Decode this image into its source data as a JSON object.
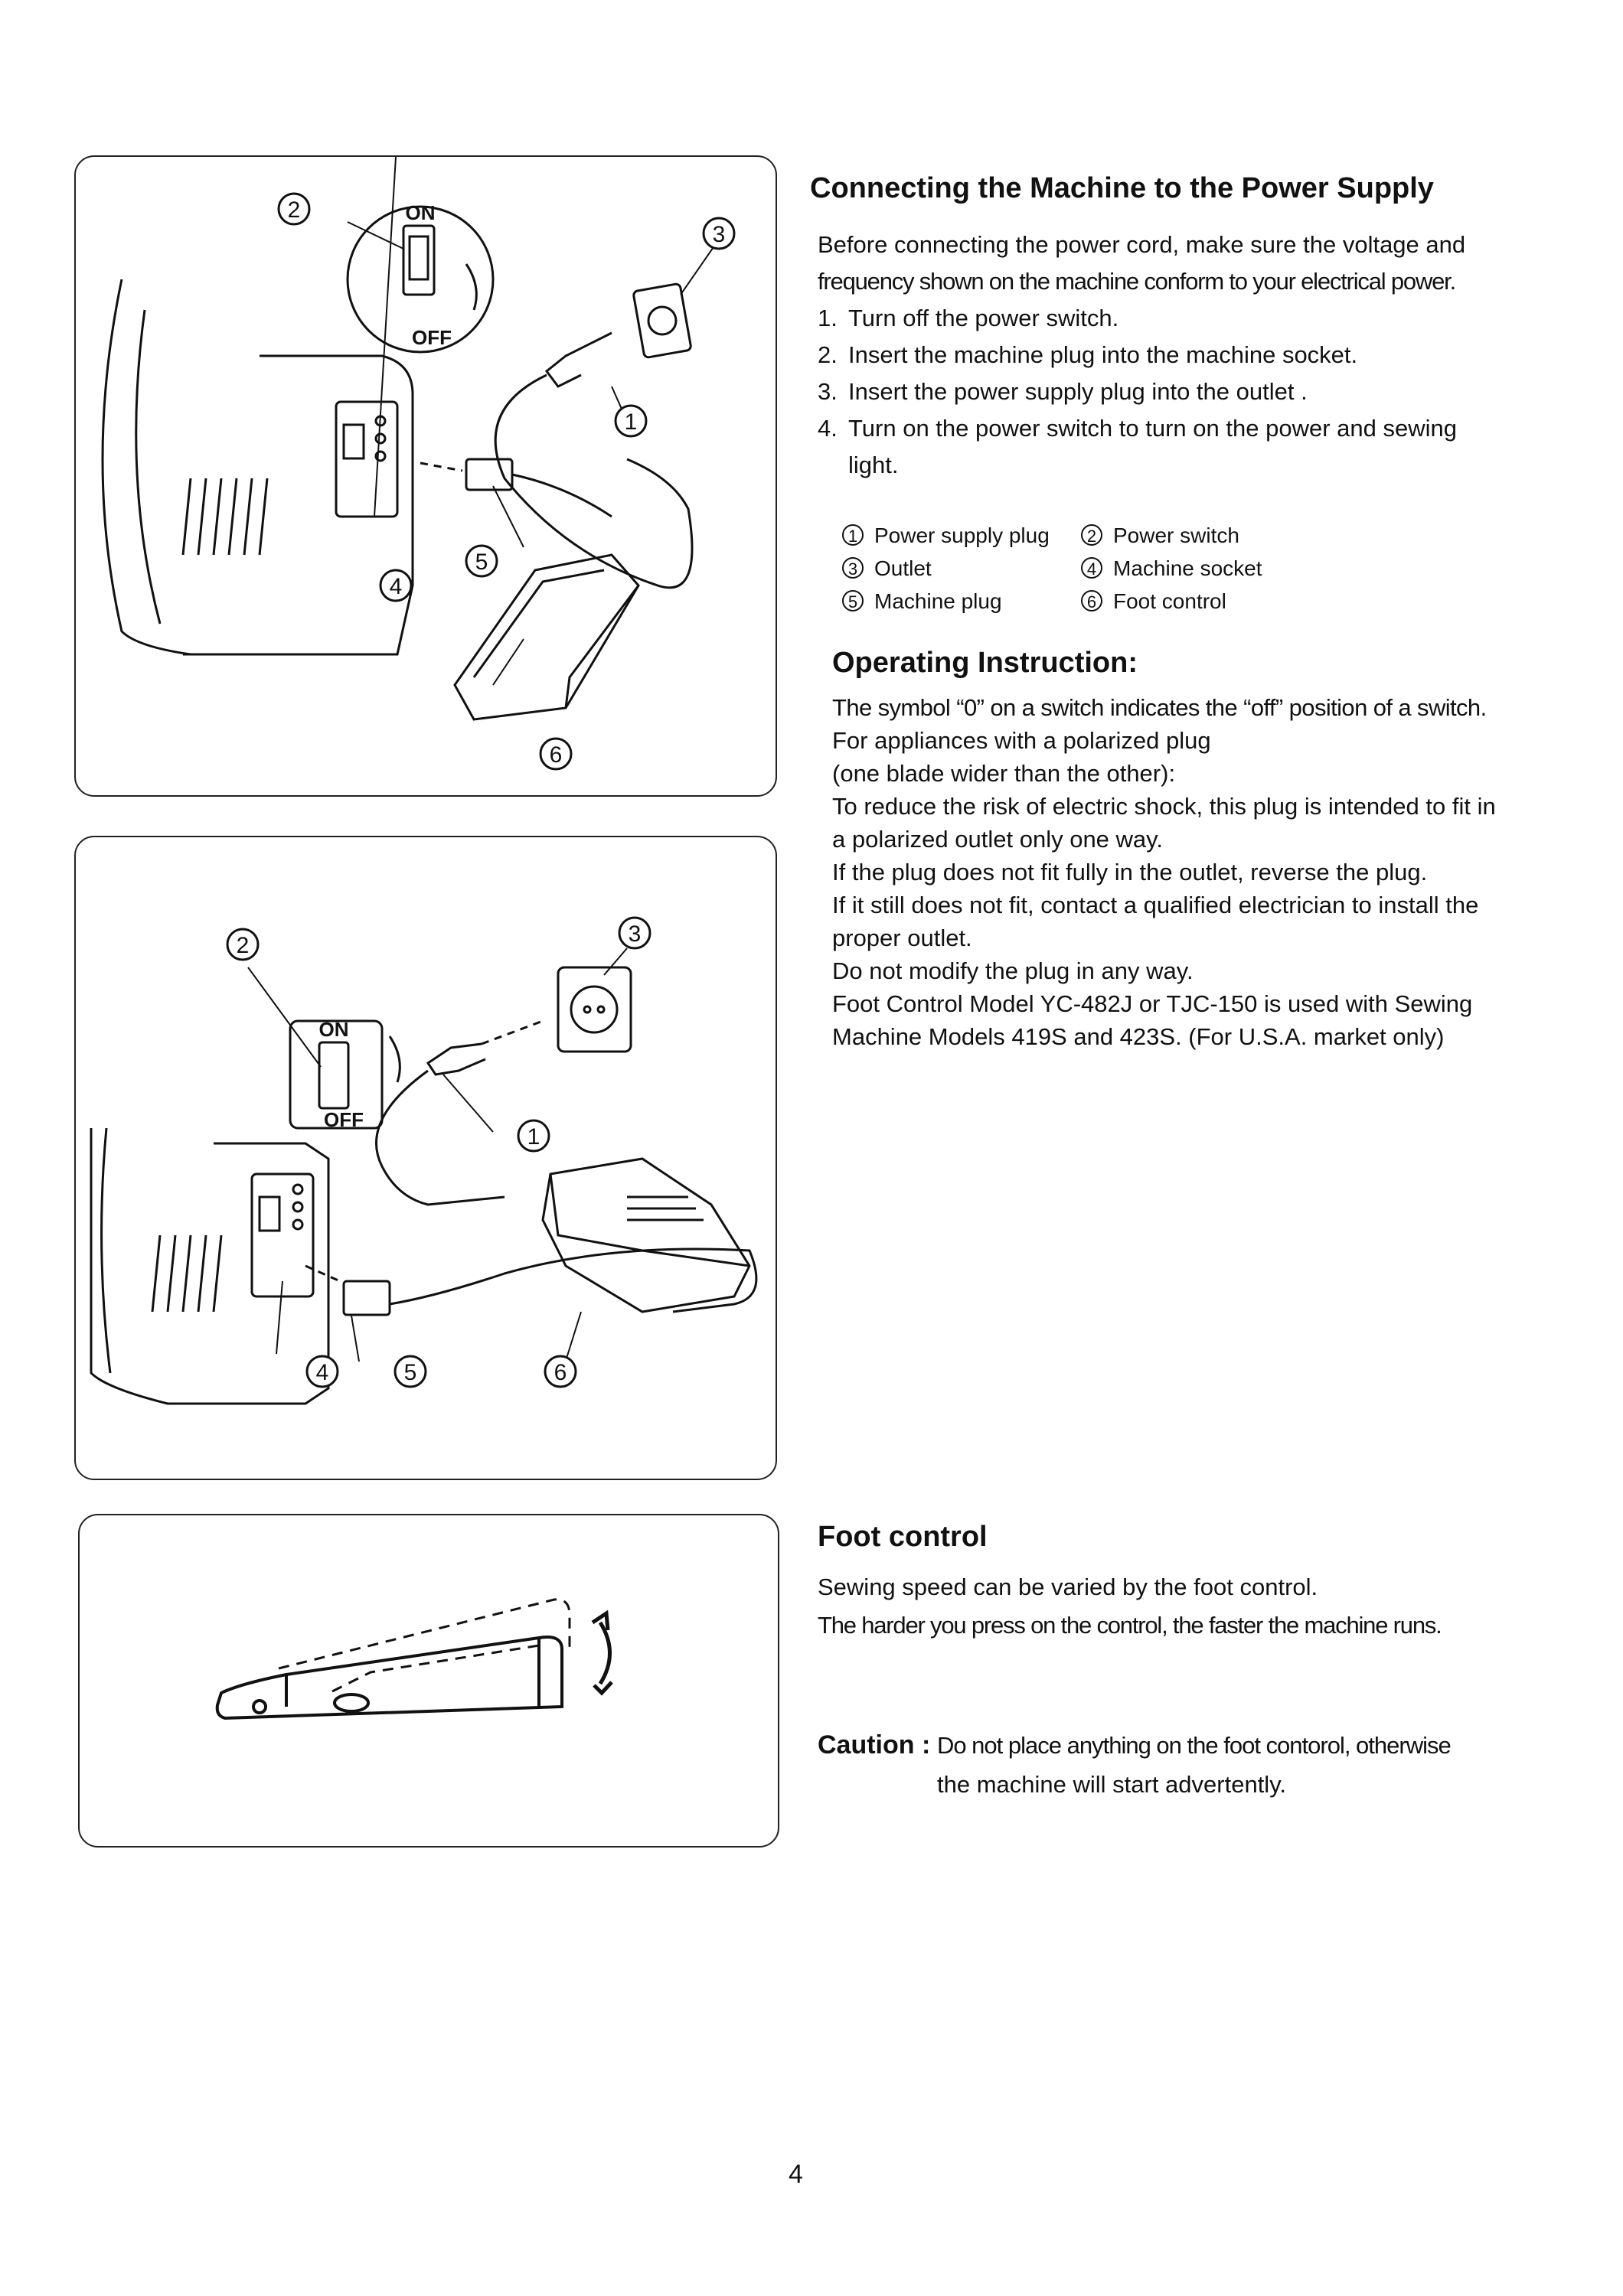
{
  "section1": {
    "title": "Connecting the Machine to the Power Supply",
    "intro_line1": "Before connecting the power cord, make sure the voltage and",
    "intro_line2": "frequency shown on the machine conform to your electrical power.",
    "steps": [
      {
        "num": "1.",
        "text": "Turn off the power switch."
      },
      {
        "num": "2.",
        "text": "Insert the machine plug into the machine socket."
      },
      {
        "num": "3.",
        "text": "Insert the power supply plug into the outlet ."
      },
      {
        "num": "4.",
        "text": "Turn on the power switch to turn on the power and sewing"
      },
      {
        "num": "",
        "text": "light."
      }
    ],
    "legend": [
      {
        "num": "1",
        "label": "Power supply plug"
      },
      {
        "num": "2",
        "label": "Power switch"
      },
      {
        "num": "3",
        "label": "Outlet"
      },
      {
        "num": "4",
        "label": "Machine socket"
      },
      {
        "num": "5",
        "label": "Machine plug"
      },
      {
        "num": "6",
        "label": "Foot control"
      }
    ]
  },
  "section2": {
    "title": "Operating Instruction:",
    "lines": [
      "The symbol “0” on a switch indicates the “off” position of a switch.",
      "For appliances with a polarized plug",
      "(one blade wider than the other):",
      "To reduce the risk of electric shock, this plug is intended to fit in",
      "a polarized outlet only one way.",
      "If the plug does not fit fully in the outlet, reverse the plug.",
      "If it still does not fit, contact a qualified electrician to install the",
      "proper outlet.",
      "Do not modify the plug in any way.",
      "Foot Control Model YC-482J or TJC-150 is used with Sewing",
      "Machine Models 419S and 423S. (For U.S.A. market only)"
    ]
  },
  "section3": {
    "title": "Foot control",
    "line1": "Sewing speed can be varied by the foot control.",
    "line2": "The harder you press on the control, the faster the machine runs.",
    "caution_label": "Caution :",
    "caution_line1": "Do not place anything on the foot contorol, otherwise",
    "caution_line2": "the machine will start advertently."
  },
  "figures": {
    "switch_on": "ON",
    "switch_off": "OFF",
    "callouts": [
      "1",
      "2",
      "3",
      "4",
      "5",
      "6"
    ]
  },
  "page_number": "4"
}
